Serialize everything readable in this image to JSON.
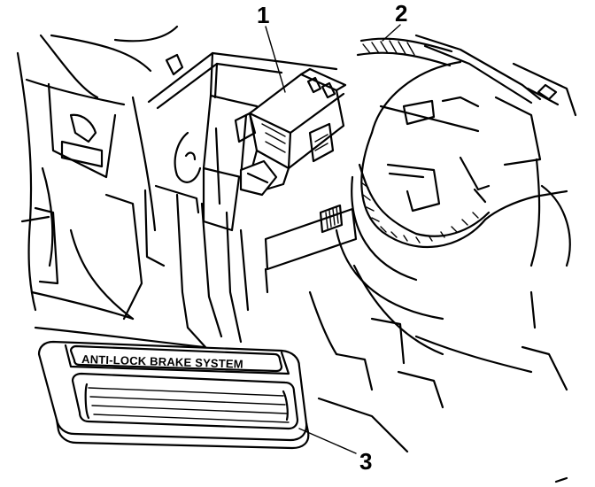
{
  "callouts": [
    {
      "id": "1",
      "label": "1"
    },
    {
      "id": "2",
      "label": "2"
    },
    {
      "id": "3",
      "label": "3"
    }
  ],
  "plate": {
    "text": "ANTI-LOCK BRAKE SYSTEM"
  },
  "colors": {
    "ink": "#000000",
    "paper": "#ffffff"
  }
}
